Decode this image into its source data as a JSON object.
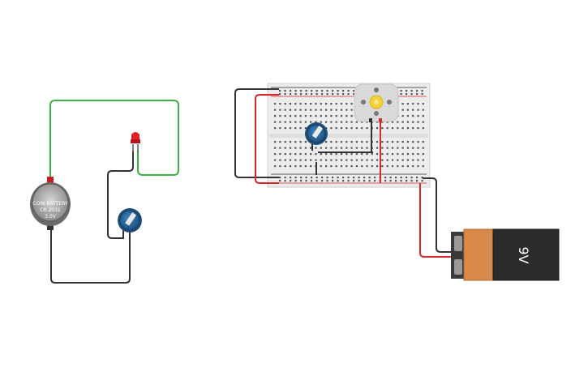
{
  "coin_battery": {
    "line1": "COIN BATTERY",
    "line2": "CR 2032",
    "line3": "3.0V"
  },
  "nine_volt_battery": {
    "label": "9V"
  },
  "colors": {
    "wire_green": "#3cb04a",
    "wire_red": "#d9272e",
    "wire_black": "#333333",
    "led_red": "#e01f25",
    "breadboard_bg": "#ececec",
    "breadboard_rail_red": "#d9272e",
    "breadboard_rail_blue": "#333333",
    "battery_orange": "#d98a4a",
    "battery_body": "#2b2b2b",
    "pot_blue": "#2c6ea3",
    "motor_gray": "#d9d9d9",
    "motor_shaft": "#f4d13a"
  }
}
